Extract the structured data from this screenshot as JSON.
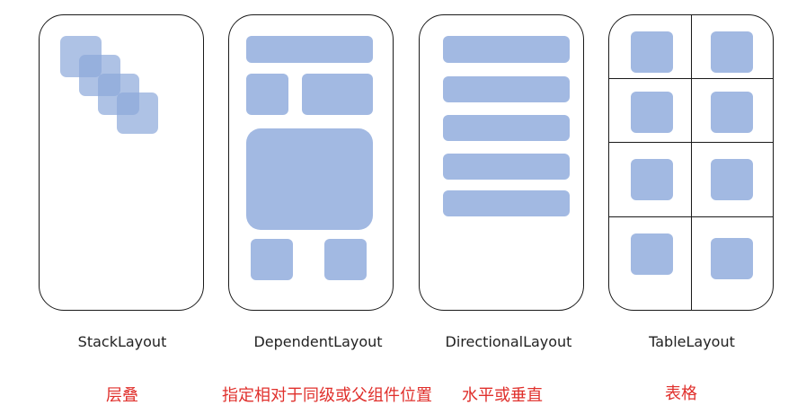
{
  "colors": {
    "block": "#a2b9e2",
    "outline": "#1a1a1a",
    "caption": "#222222",
    "description": "#e0302c"
  },
  "layouts": [
    {
      "name": "StackLayout",
      "description": "层叠"
    },
    {
      "name": "DependentLayout",
      "description": "指定相对于同级或父组件位置"
    },
    {
      "name": "DirectionalLayout",
      "description": "水平或垂直"
    },
    {
      "name": "TableLayout",
      "description": "表格"
    }
  ]
}
